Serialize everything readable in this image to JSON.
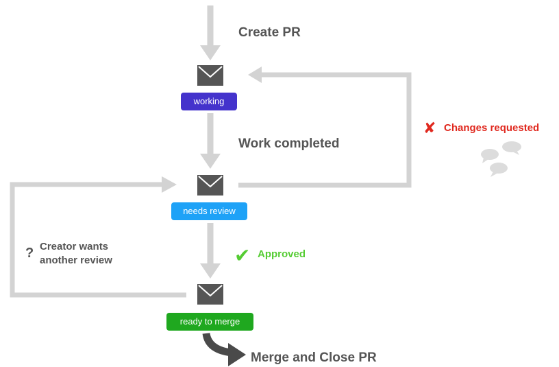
{
  "steps": {
    "create": "Create PR",
    "work_completed": "Work completed",
    "changes_requested": "Changes requested",
    "approved": "Approved",
    "creator_wants_review_line1": "Creator wants",
    "creator_wants_review_line2": "another review",
    "merge": "Merge and Close PR"
  },
  "states": {
    "working": "working",
    "needs_review": "needs review",
    "ready_to_merge": "ready to merge"
  },
  "symbols": {
    "question": "?",
    "cross": "✘",
    "check": "✔"
  },
  "colors": {
    "working": "#4433cc",
    "needs_review": "#1ea2f7",
    "ready_to_merge": "#1fa81f",
    "changes_requested": "#e0291f",
    "approved": "#55cc33",
    "flow_line": "#d3d3d3",
    "envelope": "#555555",
    "merge_arrow": "#4a4a4a"
  },
  "icons": [
    "envelope-icon",
    "speech-bubbles-icon",
    "check-icon",
    "cross-icon",
    "question-icon",
    "curved-arrow-icon"
  ]
}
